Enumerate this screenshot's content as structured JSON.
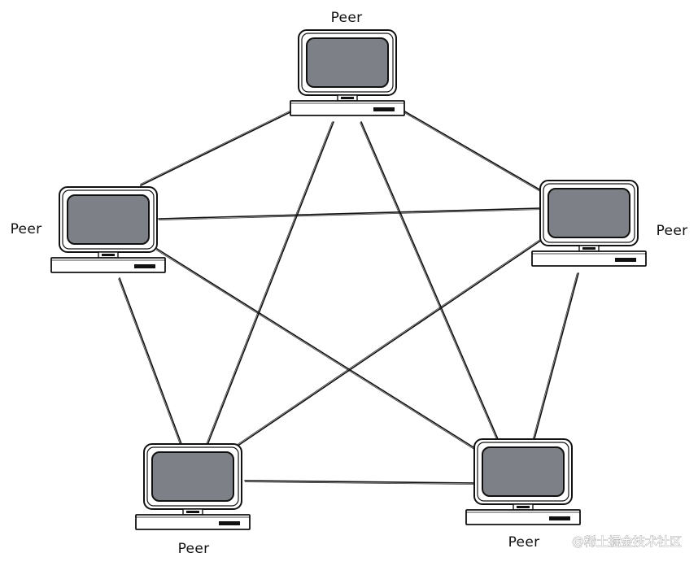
{
  "diagram": {
    "peers": [
      {
        "id": "top",
        "label": "Peer"
      },
      {
        "id": "left",
        "label": "Peer"
      },
      {
        "id": "right",
        "label": "Peer"
      },
      {
        "id": "bottom-left",
        "label": "Peer"
      },
      {
        "id": "bottom-right",
        "label": "Peer"
      }
    ],
    "connections": [
      [
        "top",
        "left"
      ],
      [
        "top",
        "right"
      ],
      [
        "top",
        "bottom-left"
      ],
      [
        "top",
        "bottom-right"
      ],
      [
        "left",
        "right"
      ],
      [
        "left",
        "bottom-left"
      ],
      [
        "left",
        "bottom-right"
      ],
      [
        "right",
        "bottom-left"
      ],
      [
        "right",
        "bottom-right"
      ],
      [
        "bottom-left",
        "bottom-right"
      ]
    ],
    "colors": {
      "screen": "#7d8087",
      "stroke": "#111111",
      "background": "#ffffff"
    }
  },
  "watermark": {
    "text": "@稀土掘金技术社区"
  }
}
